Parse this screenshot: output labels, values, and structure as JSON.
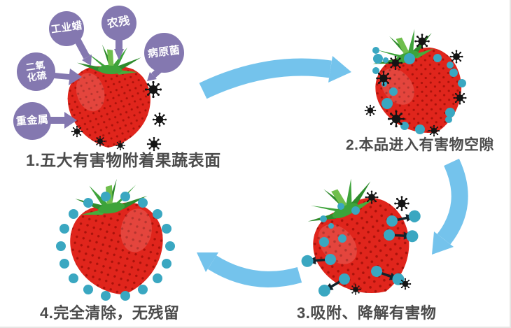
{
  "diagram": {
    "hazard_badges": [
      {
        "label": "工业蜡"
      },
      {
        "label": "农残"
      },
      {
        "label": "病原菌"
      },
      {
        "label": "二氧化硫"
      },
      {
        "label": "重金属"
      }
    ],
    "steps": [
      {
        "caption": "1.五大有害物附着果蔬表面"
      },
      {
        "caption": "2.本品进入有害物空隙"
      },
      {
        "caption": "3.吸附、降解有害物"
      },
      {
        "caption": "4.完全清除，无残留"
      }
    ],
    "icons": {
      "virus-icon": "spiked black circle (pathogen/contaminant)",
      "particle-dot-icon": "teal circle (cleansing particle)",
      "flow-arrow-icon": "thick light-blue curved arrow",
      "adsorb-arrow-icon": "black arrow pulling particle outward"
    },
    "colors": {
      "badge_purple": "#8478b0",
      "arrow_blue": "#74c3ec",
      "particle_teal": "#3aa7c1",
      "virus_black": "#141414",
      "strawberry_red": "#e0251c",
      "leaf_green": "#2e8b2c",
      "caption_text": "#4b4b4b",
      "badge_text": "#ffffff",
      "background": "#ffffff"
    }
  }
}
